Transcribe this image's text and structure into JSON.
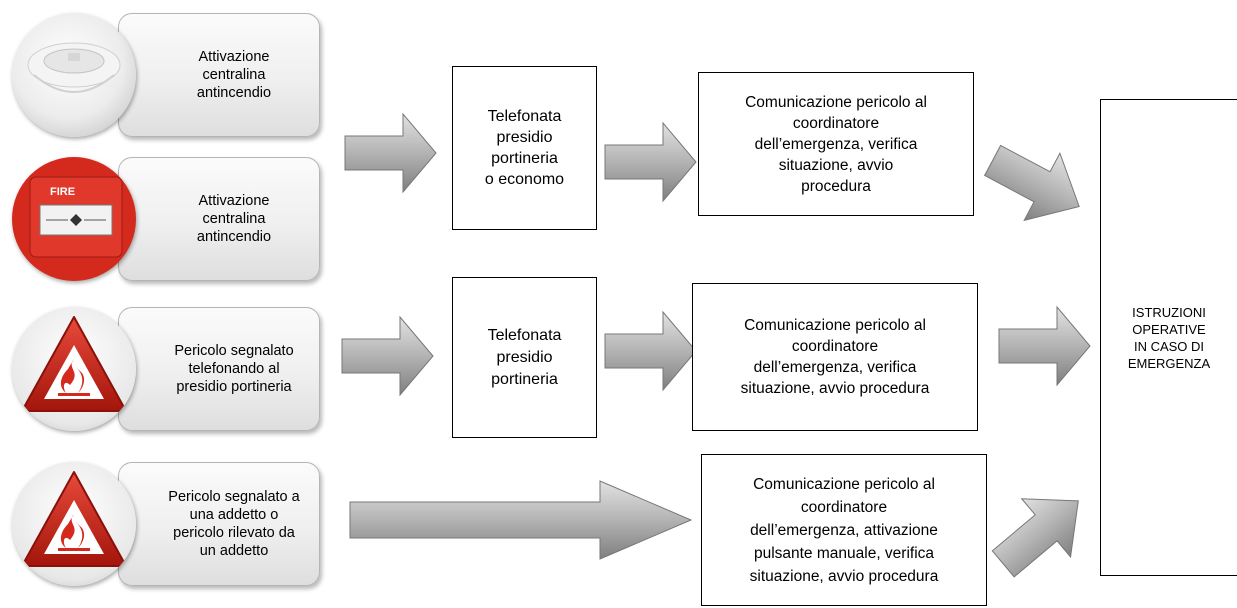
{
  "sources": [
    {
      "text": "Attivazione\ncentralina\nantincendio",
      "icon": "smoke-detector-icon"
    },
    {
      "text": "Attivazione\ncentralina\nantincendio",
      "icon": "fire-alarm-button-icon"
    },
    {
      "text": "Pericolo segnalato\ntelefonando al\npresidio portineria",
      "icon": "fire-warning-sign-icon"
    },
    {
      "text": "Pericolo segnalato a\nuna addetto o\npericolo rilevato da\nun addetto",
      "icon": "fire-warning-sign-icon"
    }
  ],
  "fire_label": "FIRE",
  "phone_boxes": [
    {
      "text": "Telefonata\npresidio\nportineria\no economo"
    },
    {
      "text": "Telefonata\npresidio\nportineria"
    }
  ],
  "comm_boxes": [
    {
      "text": "Comunicazione pericolo al\ncoordinatore\ndell’emergenza, verifica\nsituazione, avvio\nprocedura"
    },
    {
      "text": "Comunicazione pericolo al\ncoordinatore\ndell’emergenza, verifica\nsituazione, avvio procedura"
    },
    {
      "text": "Comunicazione pericolo al\ncoordinatore\ndell’emergenza, attivazione\npulsante manuale, verifica\nsituazione, avvio procedura"
    }
  ],
  "final_box": {
    "text": "ISTRUZIONI\nOPERATIVE\nIN CASO DI\nEMERGENZA"
  },
  "colors": {
    "arrow_light": "#d9d9d9",
    "arrow_dark": "#8c8c8c",
    "fire_red": "#d42a1d"
  }
}
